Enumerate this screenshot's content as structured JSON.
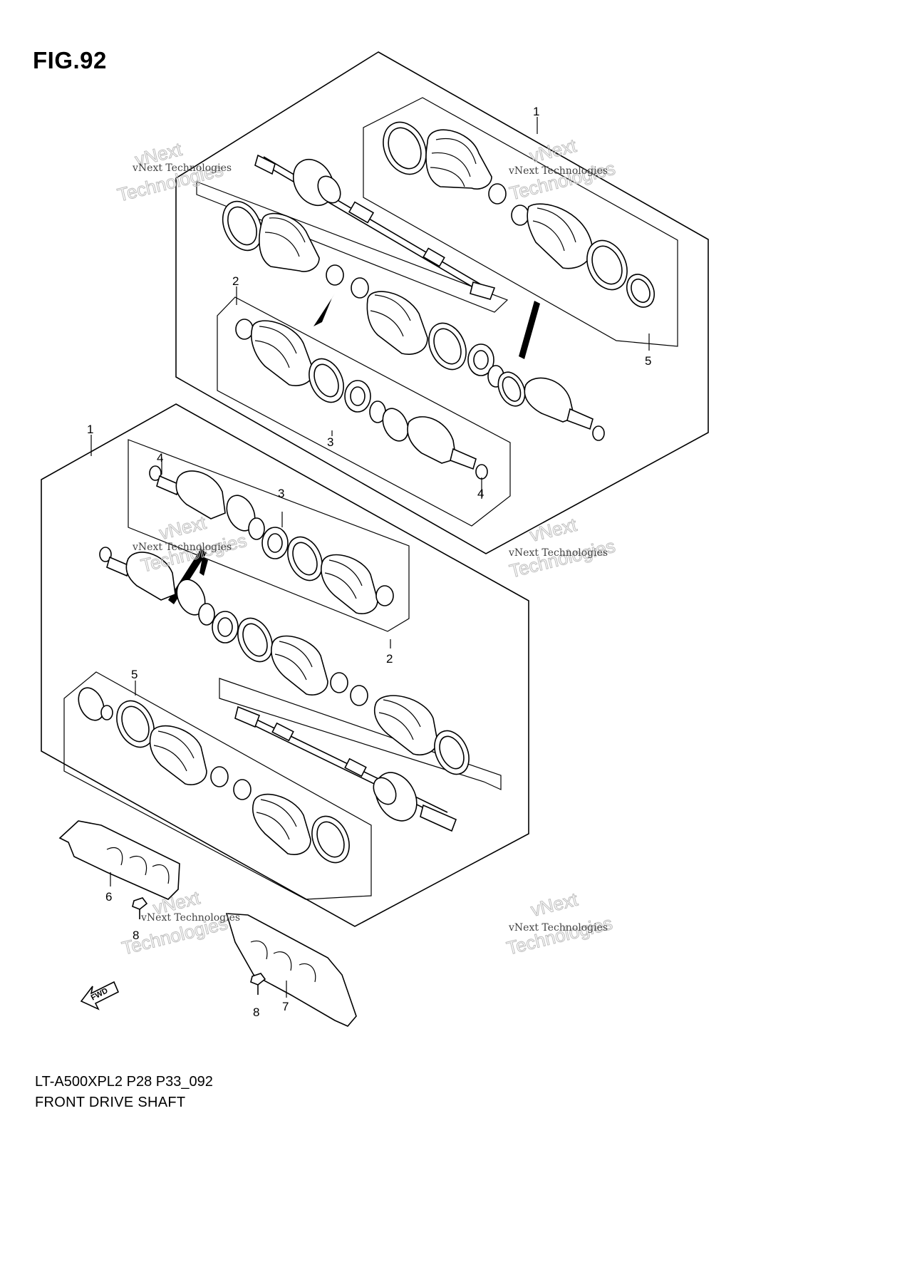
{
  "figure": {
    "title": "FIG.92",
    "model_code": "LT-A500XPL2 P28 P33_092",
    "section_name": "FRONT DRIVE SHAFT"
  },
  "callouts": {
    "c1_top": "1",
    "c1_left": "1",
    "c2_top": "2",
    "c2_mid": "2",
    "c3_top": "3",
    "c3_mid": "3",
    "c4_a": "4",
    "c4_b": "4",
    "c5_top": "5",
    "c5_left": "5",
    "c6": "6",
    "c7": "7",
    "c8_a": "8",
    "c8_b": "8"
  },
  "direction_arrow": {
    "label": "FWD"
  },
  "watermarks": {
    "small": "vNext Technologies",
    "large_line1": "vNext",
    "large_line2": "Technologies"
  },
  "icons": {
    "direction": "fwd-arrow-icon",
    "pointer": "pointer-wedge-icon"
  },
  "colors": {
    "line": "#000000",
    "background": "#ffffff",
    "watermark": "#bdbdbd"
  }
}
